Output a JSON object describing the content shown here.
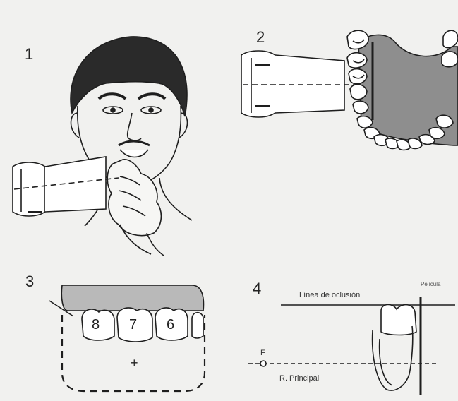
{
  "panels": {
    "p1": {
      "number": "1"
    },
    "p2": {
      "number": "2"
    },
    "p3": {
      "number": "3",
      "teeth": [
        "8",
        "7",
        "6"
      ],
      "center_mark": "+"
    },
    "p4": {
      "number": "4",
      "occlusion_label": "Línea de oclusión",
      "film_label": "Película",
      "focus_label": "F",
      "ray_label": "R. Principal"
    }
  },
  "colors": {
    "ink": "#1e1e1e",
    "gum_shade": "#b9b9b9",
    "palate_shade": "#8e8e8e",
    "paper": "#f1f1ef"
  }
}
